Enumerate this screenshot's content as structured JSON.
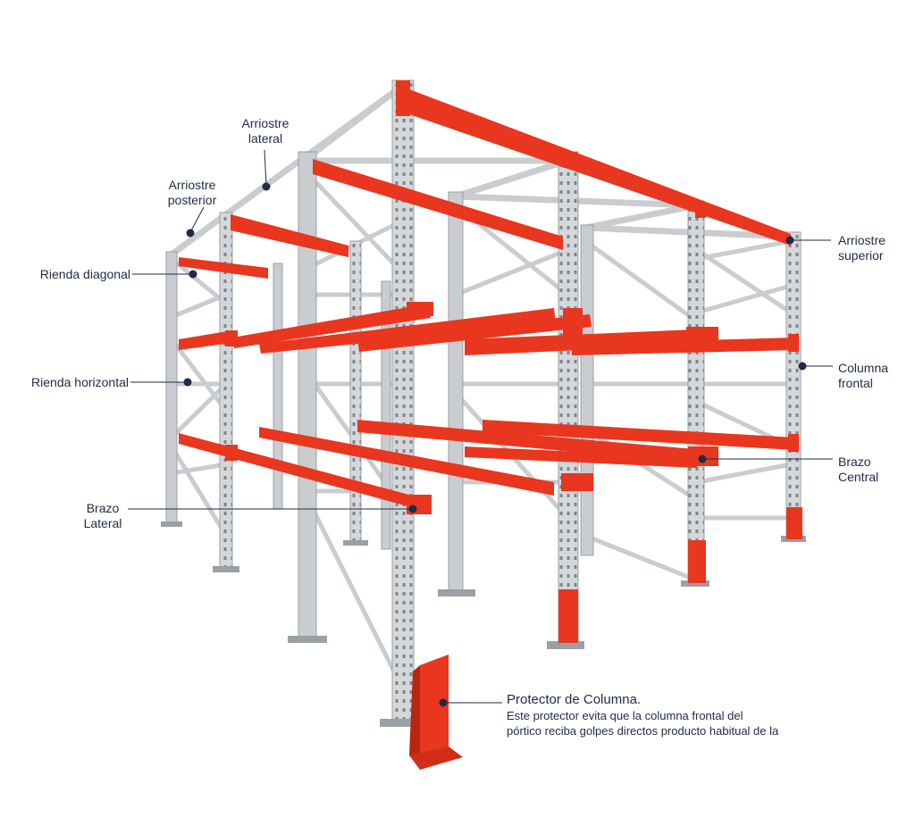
{
  "colors": {
    "steel": "#c9cdd0",
    "steel_dark": "#9aa0a5",
    "steel_light": "#e3e6e8",
    "red": "#e8361f",
    "red_dark": "#b8260f",
    "ink": "#1f2a44"
  },
  "labels": {
    "arriostre_lateral": [
      "Arriostre",
      "lateral"
    ],
    "arriostre_posterior": [
      "Arriostre",
      "posterior"
    ],
    "riend_diagonal": "Rienda diagonal",
    "riend_horizontal": "Rienda horizontal",
    "brazo_lateral": [
      "Brazo",
      "Lateral"
    ],
    "arriostre_superior": [
      "Arriostre",
      "superior"
    ],
    "columna_frontal": [
      "Columna",
      "frontal"
    ],
    "brazo_central": [
      "Brazo",
      "Central"
    ]
  },
  "note": {
    "title": "Protector de Columna.",
    "line1": "Este protector evita que la columna frontal del",
    "line2": "pórtico reciba golpes directos producto habitual de la"
  }
}
